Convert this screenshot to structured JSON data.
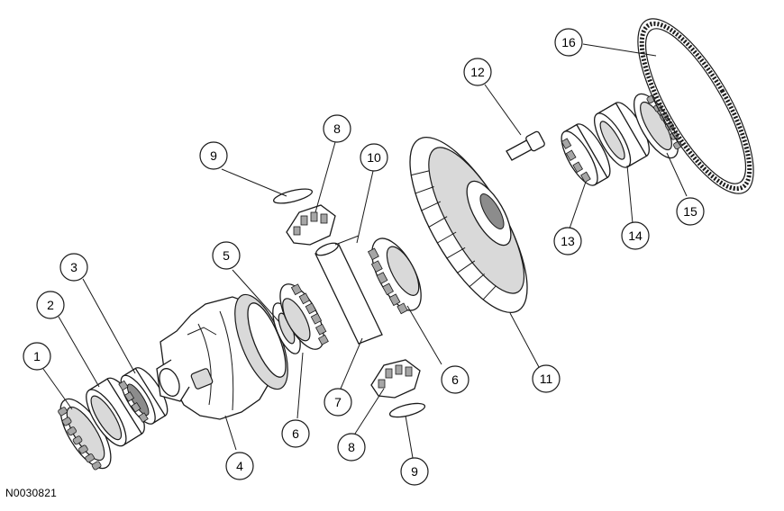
{
  "figure_id": "N0030821",
  "callouts": [
    "1",
    "2",
    "3",
    "4",
    "5",
    "6",
    "6",
    "7",
    "8",
    "8",
    "9",
    "9",
    "10",
    "11",
    "12",
    "13",
    "14",
    "15",
    "16"
  ]
}
